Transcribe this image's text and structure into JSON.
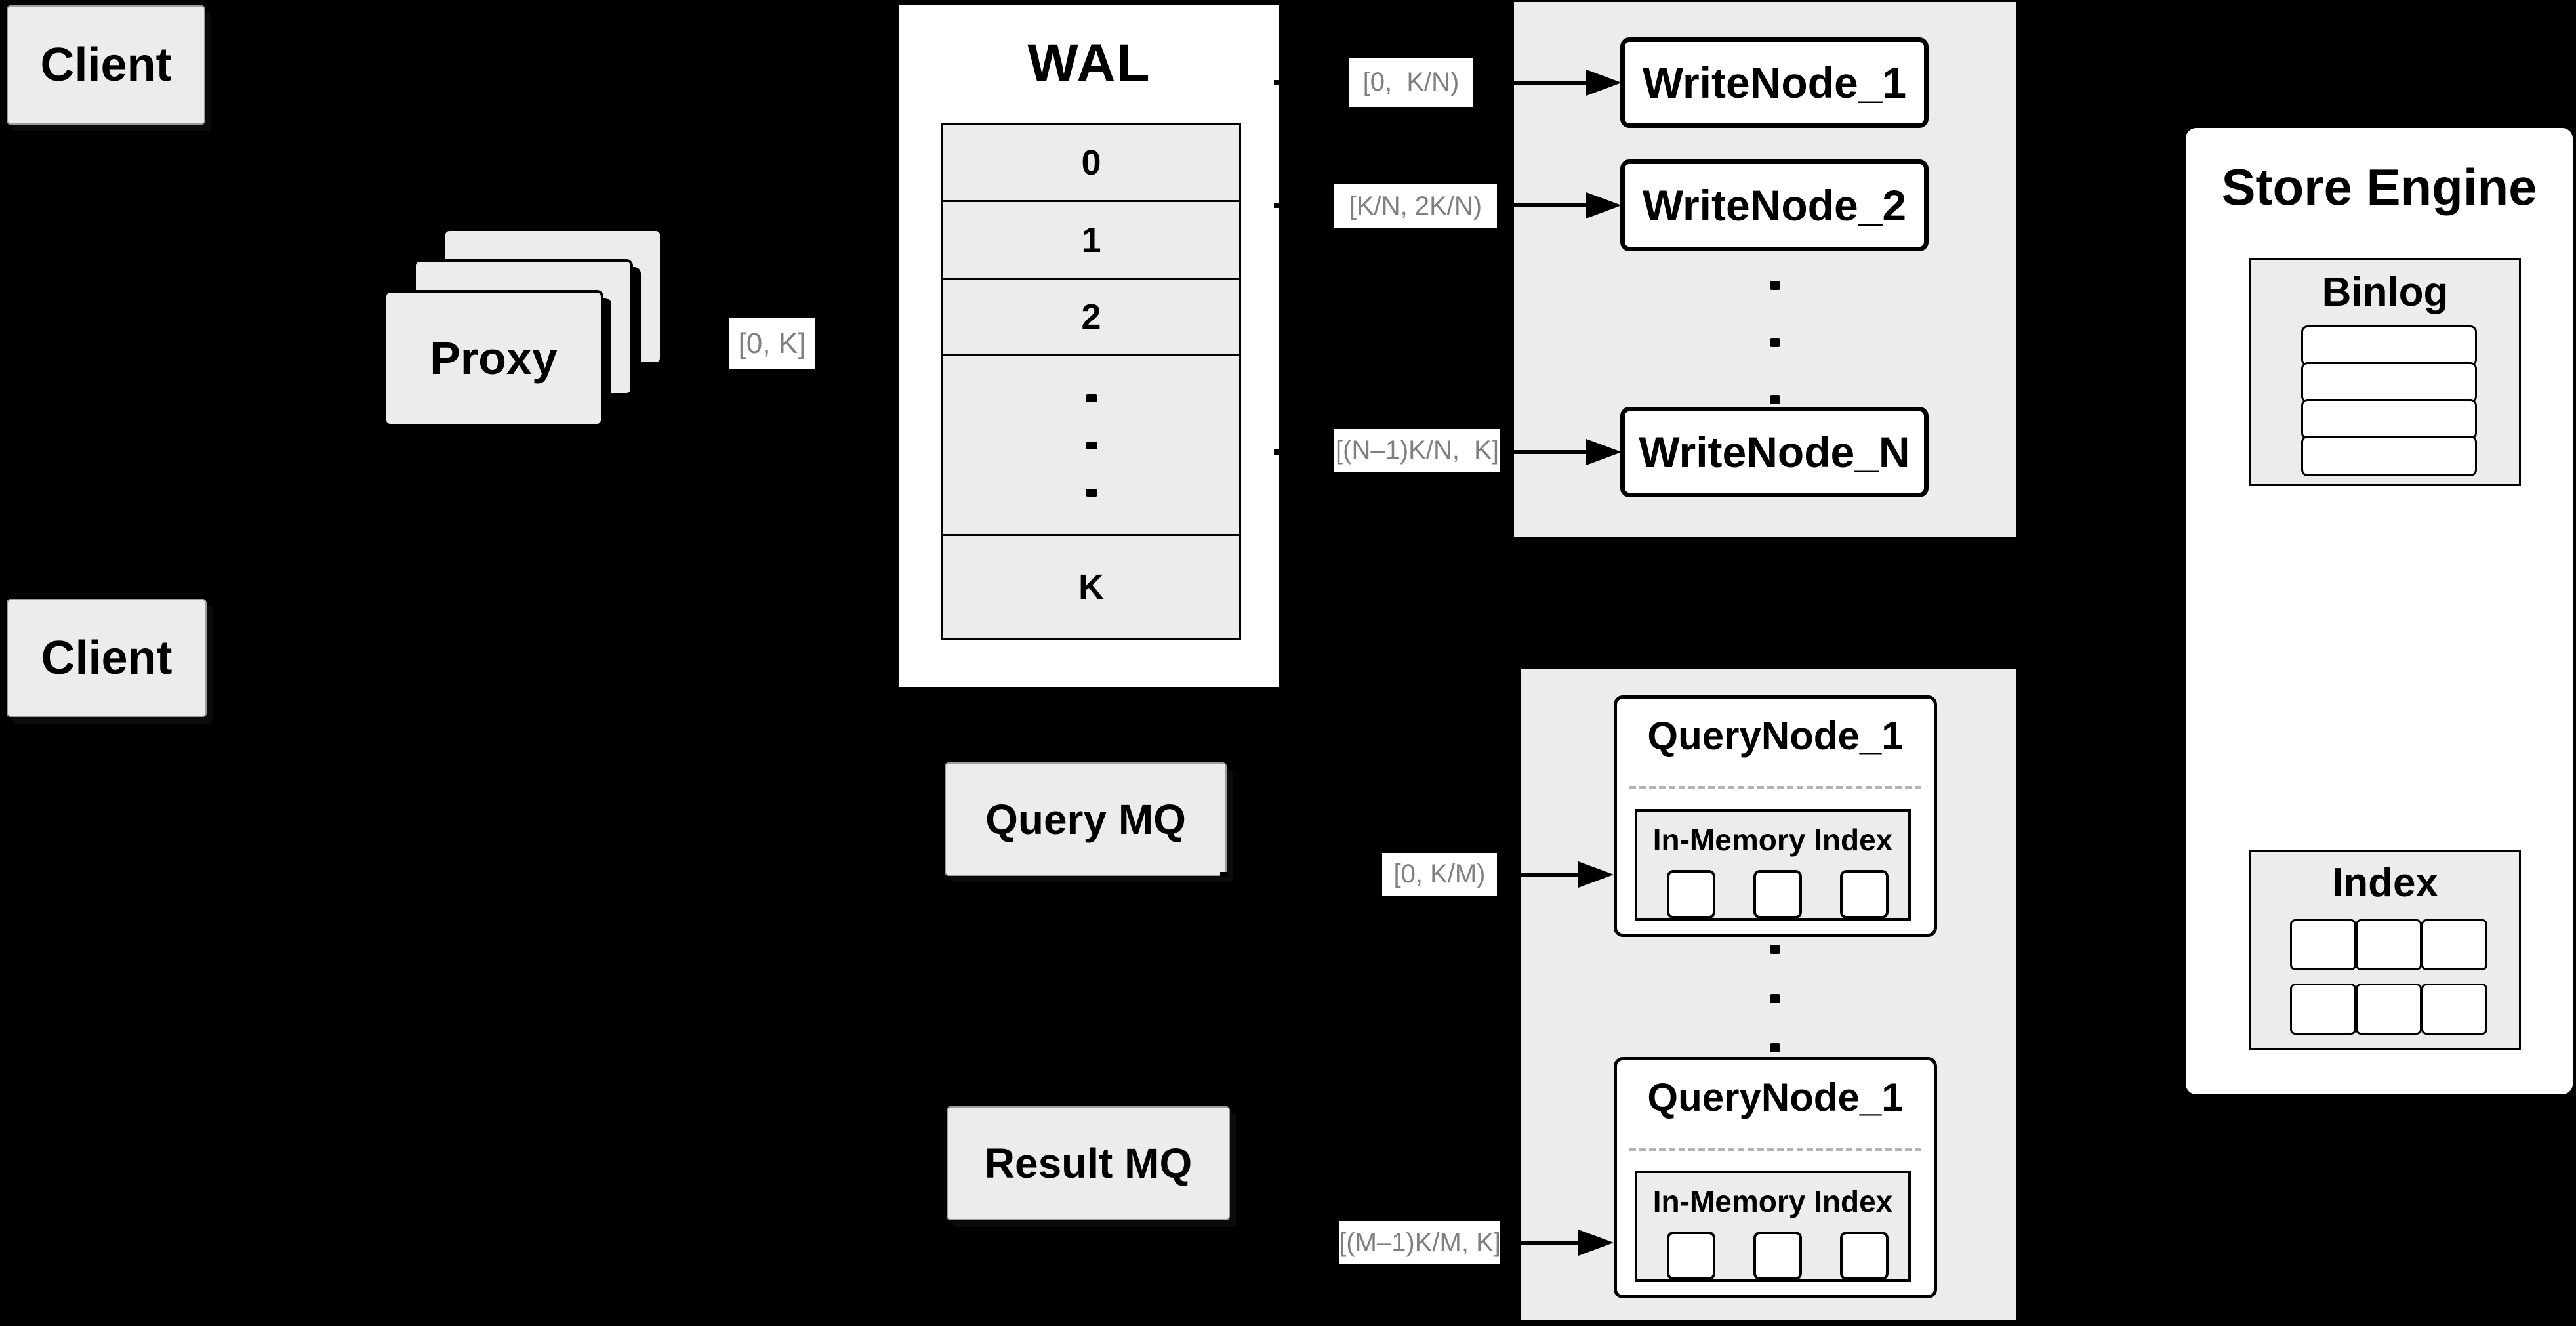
{
  "diagram": {
    "clients": {
      "top_label": "Client",
      "bottom_label": "Client"
    },
    "proxy_label": "Proxy",
    "wal": {
      "title": "WAL",
      "row_0": "0",
      "row_1": "1",
      "row_2": "2",
      "row_last": "K"
    },
    "mq": {
      "query_label": "Query MQ",
      "result_label": "Result MQ"
    },
    "write_group": {
      "node_1": "WriteNode_1",
      "node_2": "WriteNode_2",
      "node_n": "WriteNode_N"
    },
    "query_group": {
      "node_top": {
        "title": "QueryNode_1",
        "inner_title": "In-Memory Index"
      },
      "node_bottom": {
        "title": "QueryNode_1",
        "inner_title": "In-Memory Index"
      }
    },
    "store_engine": {
      "title": "Store Engine",
      "binlog_title": "Binlog",
      "index_title": "Index"
    },
    "range_labels": {
      "client_to_wal": "[0, K]",
      "wal_to_node1": "[0,  K/N)",
      "wal_to_node2": "[K/N, 2K/N)",
      "wal_to_noden": "[(N–1)K/N,  K]",
      "querymq_to_top": "[0, K/M)",
      "resultmq_to_bottom": "[(M–1)K/M, K]"
    }
  },
  "colors": {
    "background": "#000000",
    "box_fill": "#ececec",
    "white": "#ffffff",
    "stroke": "#000000",
    "range_label_text": "#7f7f7f",
    "dashed_separator": "#b3b3b3"
  }
}
